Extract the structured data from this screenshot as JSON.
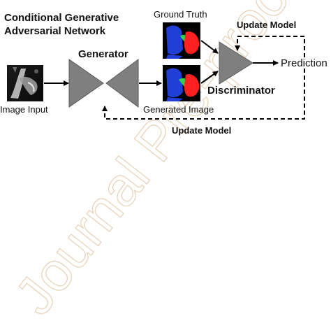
{
  "diagram": {
    "title_line1": "Conditional Generative",
    "title_line2": "Adversarial Network",
    "generator_label": "Generator",
    "discriminator_label": "Discriminator",
    "image_input_label": "Image Input",
    "ground_truth_label": "Ground Truth",
    "generated_image_label": "Generated Image",
    "prediction_label": "Prediction",
    "update_model_top_label": "Update Model",
    "update_model_bottom_label": "Update Model"
  },
  "watermark": {
    "text": "Journal Pre-proof"
  },
  "colors": {
    "triangle_fill": "#7f7f7f",
    "triangle_stroke": "#5a5a5a",
    "arrow": "#000000",
    "segmentation_blue": "#1f3fd6",
    "segmentation_red": "#ff2020",
    "segmentation_green": "#2fd24a",
    "watermark_stroke": "#e2c9ad"
  },
  "icons": {
    "input_image": "grayscale-mri-knee-image",
    "ground_truth_image": "segmentation-mask-image",
    "generated_image": "segmentation-mask-image"
  }
}
